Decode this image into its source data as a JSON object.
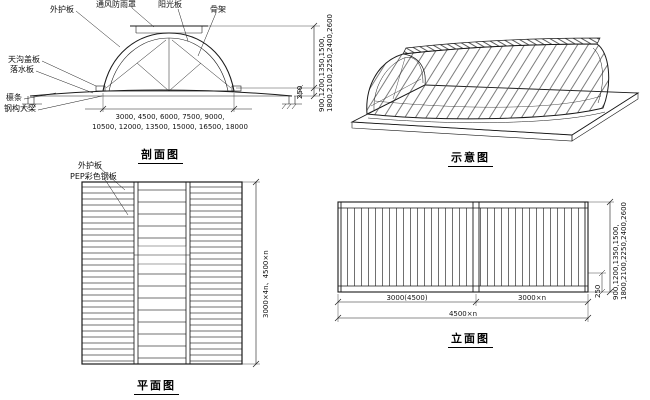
{
  "views": {
    "section": {
      "caption": "剖面图",
      "part_labels": {
        "top1": "外护板",
        "top2": "通风防雨罩",
        "top3": "阳光板",
        "top4": "骨架",
        "left1": "天沟盖板",
        "left2": "落水板",
        "left3": "檩条",
        "left4": "钢构大梁"
      },
      "dims": {
        "right_line1": "900,1200,1350,1500,",
        "right_line2": "1800,2100,2250,2400,2600",
        "rise": "250",
        "bottom_line1": "3000, 4500, 6000, 7500, 9000,",
        "bottom_line2": "10500, 12000, 13500, 15000, 16500, 18000"
      }
    },
    "schematic": {
      "caption": "示意图"
    },
    "plan": {
      "caption": "平面图",
      "labels": {
        "outer_panel": "外护板",
        "panel_type": "PEP彩色钢板"
      },
      "dims": {
        "right": "3000×4n、4500×n"
      }
    },
    "elevation": {
      "caption": "立面图",
      "dims": {
        "bay_left": "3000(4500)",
        "bay_right": "3000×n",
        "total": "4500×n",
        "right_line1": "900,1200,1350,1500,",
        "right_line2": "1800,2100,2250,2400,2600",
        "rail": "250"
      }
    }
  }
}
